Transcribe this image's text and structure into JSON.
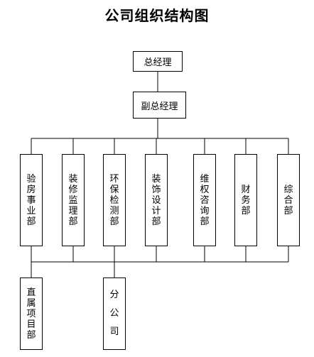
{
  "title": "公司组织结构图",
  "top": {
    "general_manager": "总经理",
    "deputy_general_manager": "副总经理"
  },
  "departments": [
    "验房事业部",
    "装修监理部",
    "环保检测部",
    "装饰设计部",
    "维权咨询部",
    "财务部",
    "综合部"
  ],
  "subunits": [
    "直属项目部",
    "分公司"
  ]
}
